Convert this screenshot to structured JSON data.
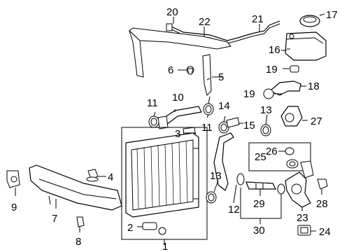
{
  "diagram": {
    "callouts": {
      "c1": "1",
      "c2": "2",
      "c3": "3",
      "c4": "4",
      "c5": "5",
      "c6": "6",
      "c7": "7",
      "c8": "8",
      "c9": "9",
      "c10": "10",
      "c11a": "11",
      "c11b": "11",
      "c12": "12",
      "c13a": "13",
      "c13b": "13",
      "c14": "14",
      "c15": "15",
      "c16": "16",
      "c17": "17",
      "c18": "18",
      "c19a": "19",
      "c19b": "19",
      "c20": "20",
      "c21": "21",
      "c22": "22",
      "c23": "23",
      "c24": "24",
      "c25": "25",
      "c26": "26",
      "c27": "27",
      "c28": "28",
      "c29": "29",
      "c30": "30"
    }
  }
}
